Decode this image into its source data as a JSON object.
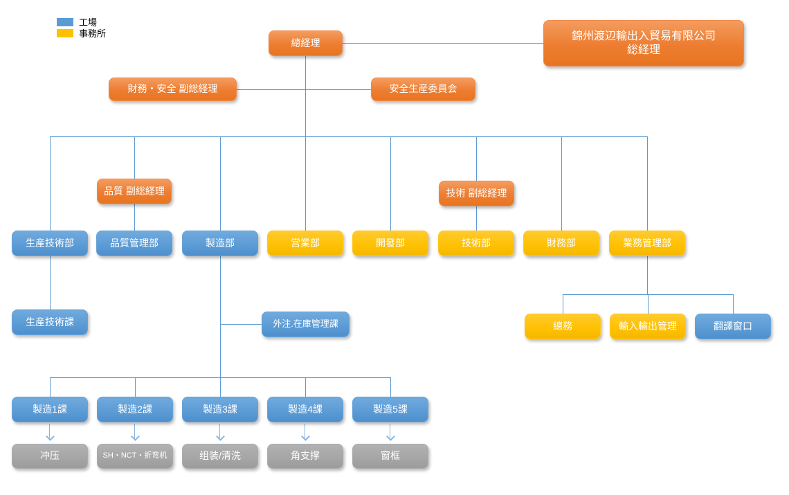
{
  "legend": {
    "items": [
      {
        "label": "工場",
        "color": "#5B9BD5"
      },
      {
        "label": "事務所",
        "color": "#FFC000"
      }
    ]
  },
  "colors": {
    "factory_blue": "#5B9BD5",
    "office_yellow": "#FFC000",
    "management_orange": "#ED7D31",
    "process_gray": "#A5A5A5",
    "connector_blue": "#5B9BD5",
    "arrow_blue": "#85B6E3"
  },
  "nodes": {
    "gm": {
      "label": "總経理"
    },
    "company": {
      "line1": "錦州渡辺輸出入貿易有限公司",
      "line2": "総経理"
    },
    "finance_safety_dgm": {
      "label": "財務・安全 副総経理"
    },
    "safety_committee": {
      "label": "安全生産委員会"
    },
    "quality_dgm": {
      "label": "品質 副総経理"
    },
    "tech_dgm": {
      "label": "技術 副総経理"
    },
    "prod_tech_dept": {
      "label": "生産技術部"
    },
    "quality_dept": {
      "label": "品質管理部"
    },
    "mfg_dept": {
      "label": "製造部"
    },
    "sales_dept": {
      "label": "営業部"
    },
    "dev_dept": {
      "label": "開發部"
    },
    "tech_dept": {
      "label": "技術部"
    },
    "finance_dept": {
      "label": "財務部"
    },
    "biz_admin_dept": {
      "label": "業務管理部"
    },
    "prod_tech_sec": {
      "label": "生産技術課"
    },
    "outsourcing_sec": {
      "label": "外注.在庫管理課"
    },
    "general_affairs": {
      "label": "總務"
    },
    "import_export": {
      "label": "輸入輸出管理"
    },
    "translation": {
      "label": "翻譯窗口"
    },
    "mfg1": {
      "label": "製造1課"
    },
    "mfg2": {
      "label": "製造2課"
    },
    "mfg3": {
      "label": "製造3課"
    },
    "mfg4": {
      "label": "製造4課"
    },
    "mfg5": {
      "label": "製造5課"
    },
    "stamping": {
      "label": "冲压"
    },
    "sh_nct_bending": {
      "label": "SH・NCT・折弯机"
    },
    "assembly_cleaning": {
      "label": "组装/清洗"
    },
    "corner_support": {
      "label": "角支撑"
    },
    "window_frame": {
      "label": "窗框"
    }
  },
  "edges": [
    [
      "gm",
      "company"
    ],
    [
      "gm",
      "finance_safety_dgm"
    ],
    [
      "gm",
      "safety_committee"
    ],
    [
      "gm",
      "prod_tech_dept"
    ],
    [
      "gm",
      "quality_dgm"
    ],
    [
      "quality_dgm",
      "quality_dept"
    ],
    [
      "gm",
      "mfg_dept"
    ],
    [
      "gm",
      "sales_dept"
    ],
    [
      "gm",
      "dev_dept"
    ],
    [
      "gm",
      "tech_dgm"
    ],
    [
      "tech_dgm",
      "tech_dept"
    ],
    [
      "gm",
      "finance_dept"
    ],
    [
      "gm",
      "biz_admin_dept"
    ],
    [
      "prod_tech_dept",
      "prod_tech_sec"
    ],
    [
      "mfg_dept",
      "outsourcing_sec"
    ],
    [
      "mfg_dept",
      "mfg1"
    ],
    [
      "mfg_dept",
      "mfg2"
    ],
    [
      "mfg_dept",
      "mfg3"
    ],
    [
      "mfg_dept",
      "mfg4"
    ],
    [
      "mfg_dept",
      "mfg5"
    ],
    [
      "biz_admin_dept",
      "general_affairs"
    ],
    [
      "biz_admin_dept",
      "import_export"
    ],
    [
      "biz_admin_dept",
      "translation"
    ],
    [
      "mfg1",
      "stamping"
    ],
    [
      "mfg2",
      "sh_nct_bending"
    ],
    [
      "mfg3",
      "assembly_cleaning"
    ],
    [
      "mfg4",
      "corner_support"
    ],
    [
      "mfg5",
      "window_frame"
    ]
  ]
}
